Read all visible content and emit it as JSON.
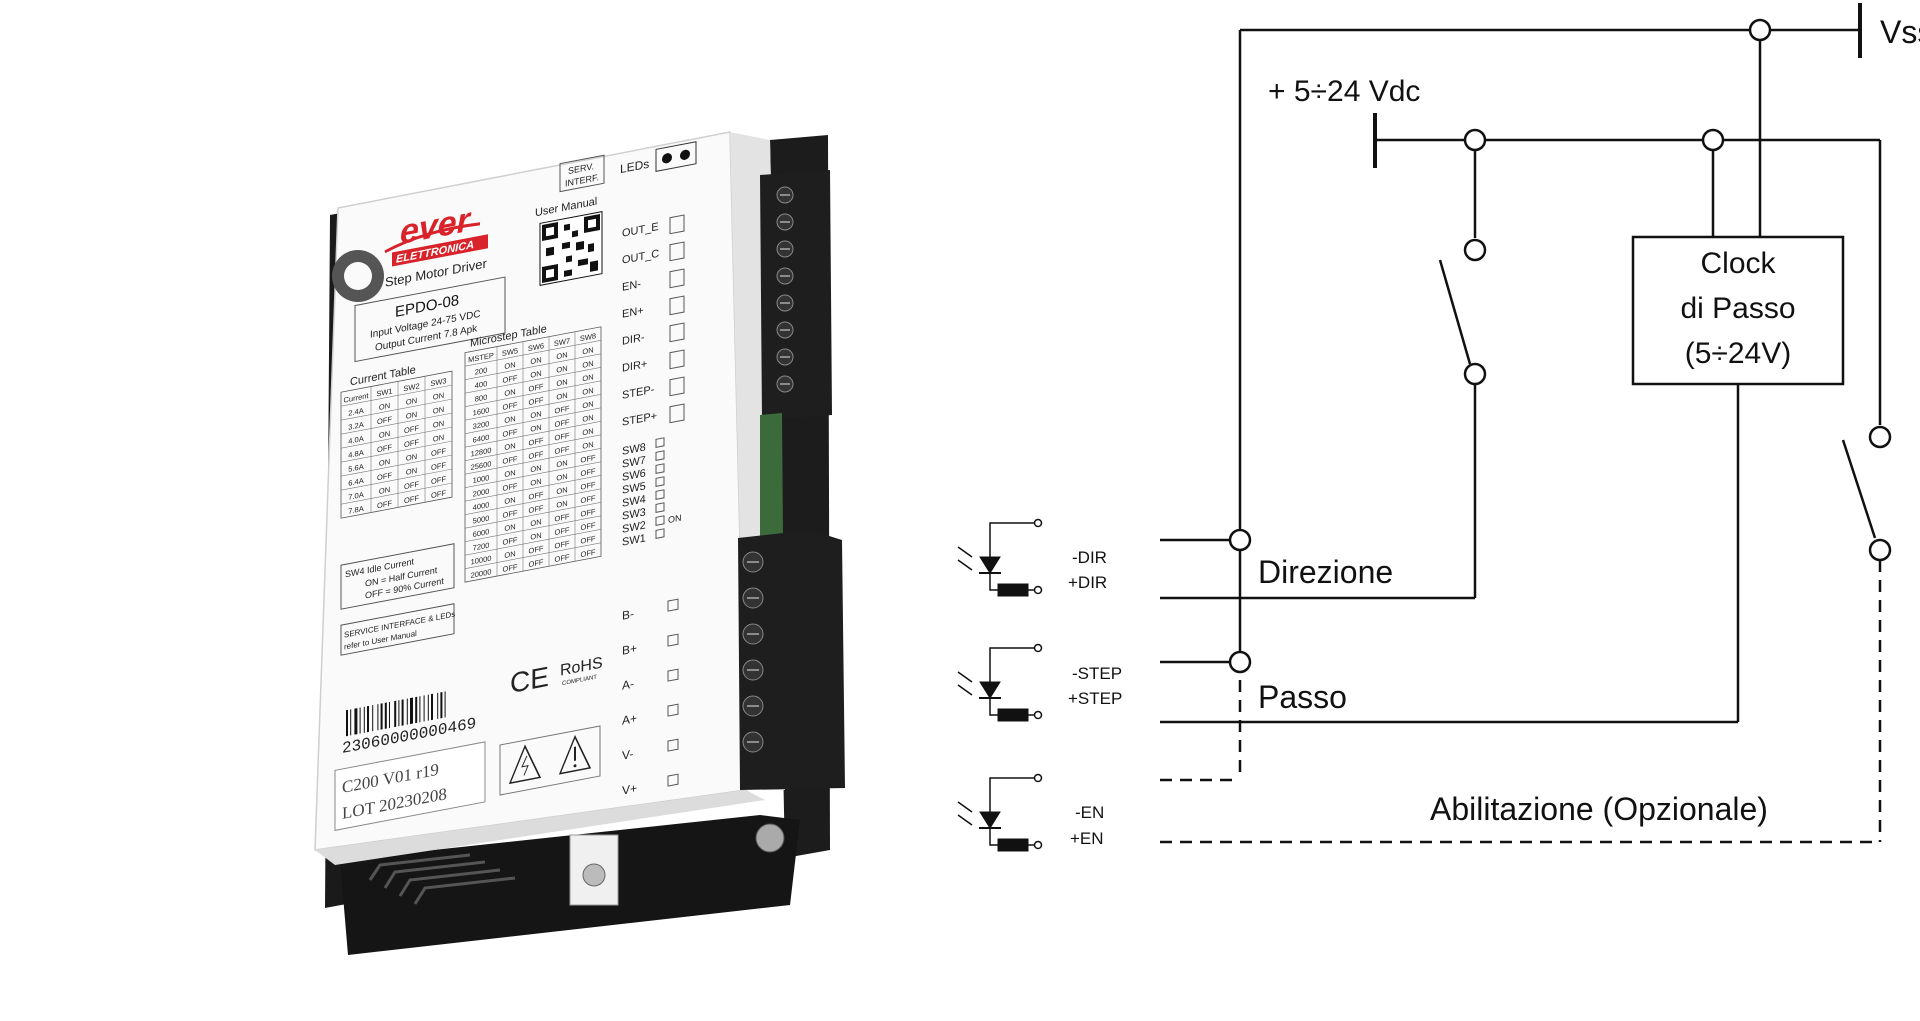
{
  "device": {
    "brand": "ever",
    "brand_sub": "ELETTRONICA",
    "subtitle": "Step Motor Driver",
    "model": "EPDO-08",
    "input_voltage": "Input Voltage 24-75 VDC",
    "output_current": "Output Current 7.8 Apk",
    "serv_interf": [
      "SERV.",
      "INTERF."
    ],
    "user_manual": "User Manual",
    "leds_label": "LEDs",
    "current_table": {
      "title": "Current Table",
      "headers": [
        "Current",
        "SW1",
        "SW2",
        "SW3"
      ],
      "rows": [
        [
          "2.4A",
          "ON",
          "ON",
          "ON"
        ],
        [
          "3.2A",
          "OFF",
          "ON",
          "ON"
        ],
        [
          "4.0A",
          "ON",
          "OFF",
          "ON"
        ],
        [
          "4.8A",
          "OFF",
          "OFF",
          "ON"
        ],
        [
          "5.6A",
          "ON",
          "ON",
          "OFF"
        ],
        [
          "6.4A",
          "OFF",
          "ON",
          "OFF"
        ],
        [
          "7.0A",
          "ON",
          "OFF",
          "OFF"
        ],
        [
          "7.8A",
          "OFF",
          "OFF",
          "OFF"
        ]
      ]
    },
    "microstep_table": {
      "title": "Microstep Table",
      "headers": [
        "MSTEP",
        "SW5",
        "SW6",
        "SW7",
        "SW8"
      ],
      "rows": [
        [
          "200",
          "ON",
          "ON",
          "ON",
          "ON"
        ],
        [
          "400",
          "OFF",
          "ON",
          "ON",
          "ON"
        ],
        [
          "800",
          "ON",
          "OFF",
          "ON",
          "ON"
        ],
        [
          "1600",
          "OFF",
          "OFF",
          "ON",
          "ON"
        ],
        [
          "3200",
          "ON",
          "ON",
          "OFF",
          "ON"
        ],
        [
          "6400",
          "OFF",
          "ON",
          "OFF",
          "ON"
        ],
        [
          "12800",
          "ON",
          "OFF",
          "OFF",
          "ON"
        ],
        [
          "25600",
          "OFF",
          "OFF",
          "OFF",
          "ON"
        ],
        [
          "1000",
          "ON",
          "ON",
          "ON",
          "OFF"
        ],
        [
          "2000",
          "OFF",
          "ON",
          "ON",
          "OFF"
        ],
        [
          "4000",
          "ON",
          "OFF",
          "ON",
          "OFF"
        ],
        [
          "5000",
          "OFF",
          "OFF",
          "ON",
          "OFF"
        ],
        [
          "6000",
          "ON",
          "ON",
          "OFF",
          "OFF"
        ],
        [
          "7200",
          "OFF",
          "ON",
          "OFF",
          "OFF"
        ],
        [
          "10000",
          "ON",
          "OFF",
          "OFF",
          "OFF"
        ],
        [
          "20000",
          "OFF",
          "OFF",
          "OFF",
          "OFF"
        ]
      ]
    },
    "idle_note": [
      "SW4  Idle Current",
      "ON   = Half Current",
      "OFF = 90% Current"
    ],
    "service_note": [
      "SERVICE INTERFACE & LEDs",
      "refer to User Manual"
    ],
    "ce": "CE",
    "rohs": "RoHS",
    "rohs_sub": "COMPLIANT",
    "serial": "23060000000469",
    "lot_line1": "C200  V01  r19",
    "lot_line2": "LOT   20230208",
    "terminals_top": [
      "OUT_E",
      "OUT_C",
      "EN-",
      "EN+",
      "DIR-",
      "DIR+",
      "STEP-",
      "STEP+"
    ],
    "switches": [
      "SW8",
      "SW7",
      "SW6",
      "SW5",
      "SW4",
      "SW3",
      "SW2",
      "SW1"
    ],
    "switch_on": "ON",
    "terminals_bottom": [
      "B-",
      "B+",
      "A-",
      "A+",
      "V-",
      "V+"
    ]
  },
  "schematic": {
    "vss": "Vss",
    "supply": "+ 5÷24 Vdc",
    "clock_box": [
      "Clock",
      "di Passo",
      "(5÷24V)"
    ],
    "direzione": "Direzione",
    "passo": "Passo",
    "abilitazione": "Abilitazione  (Opzionale)",
    "inputs": [
      {
        "minus": "-DIR",
        "plus": "+DIR"
      },
      {
        "minus": "-STEP",
        "plus": "+STEP"
      },
      {
        "minus": "-EN",
        "plus": "+EN"
      }
    ]
  }
}
